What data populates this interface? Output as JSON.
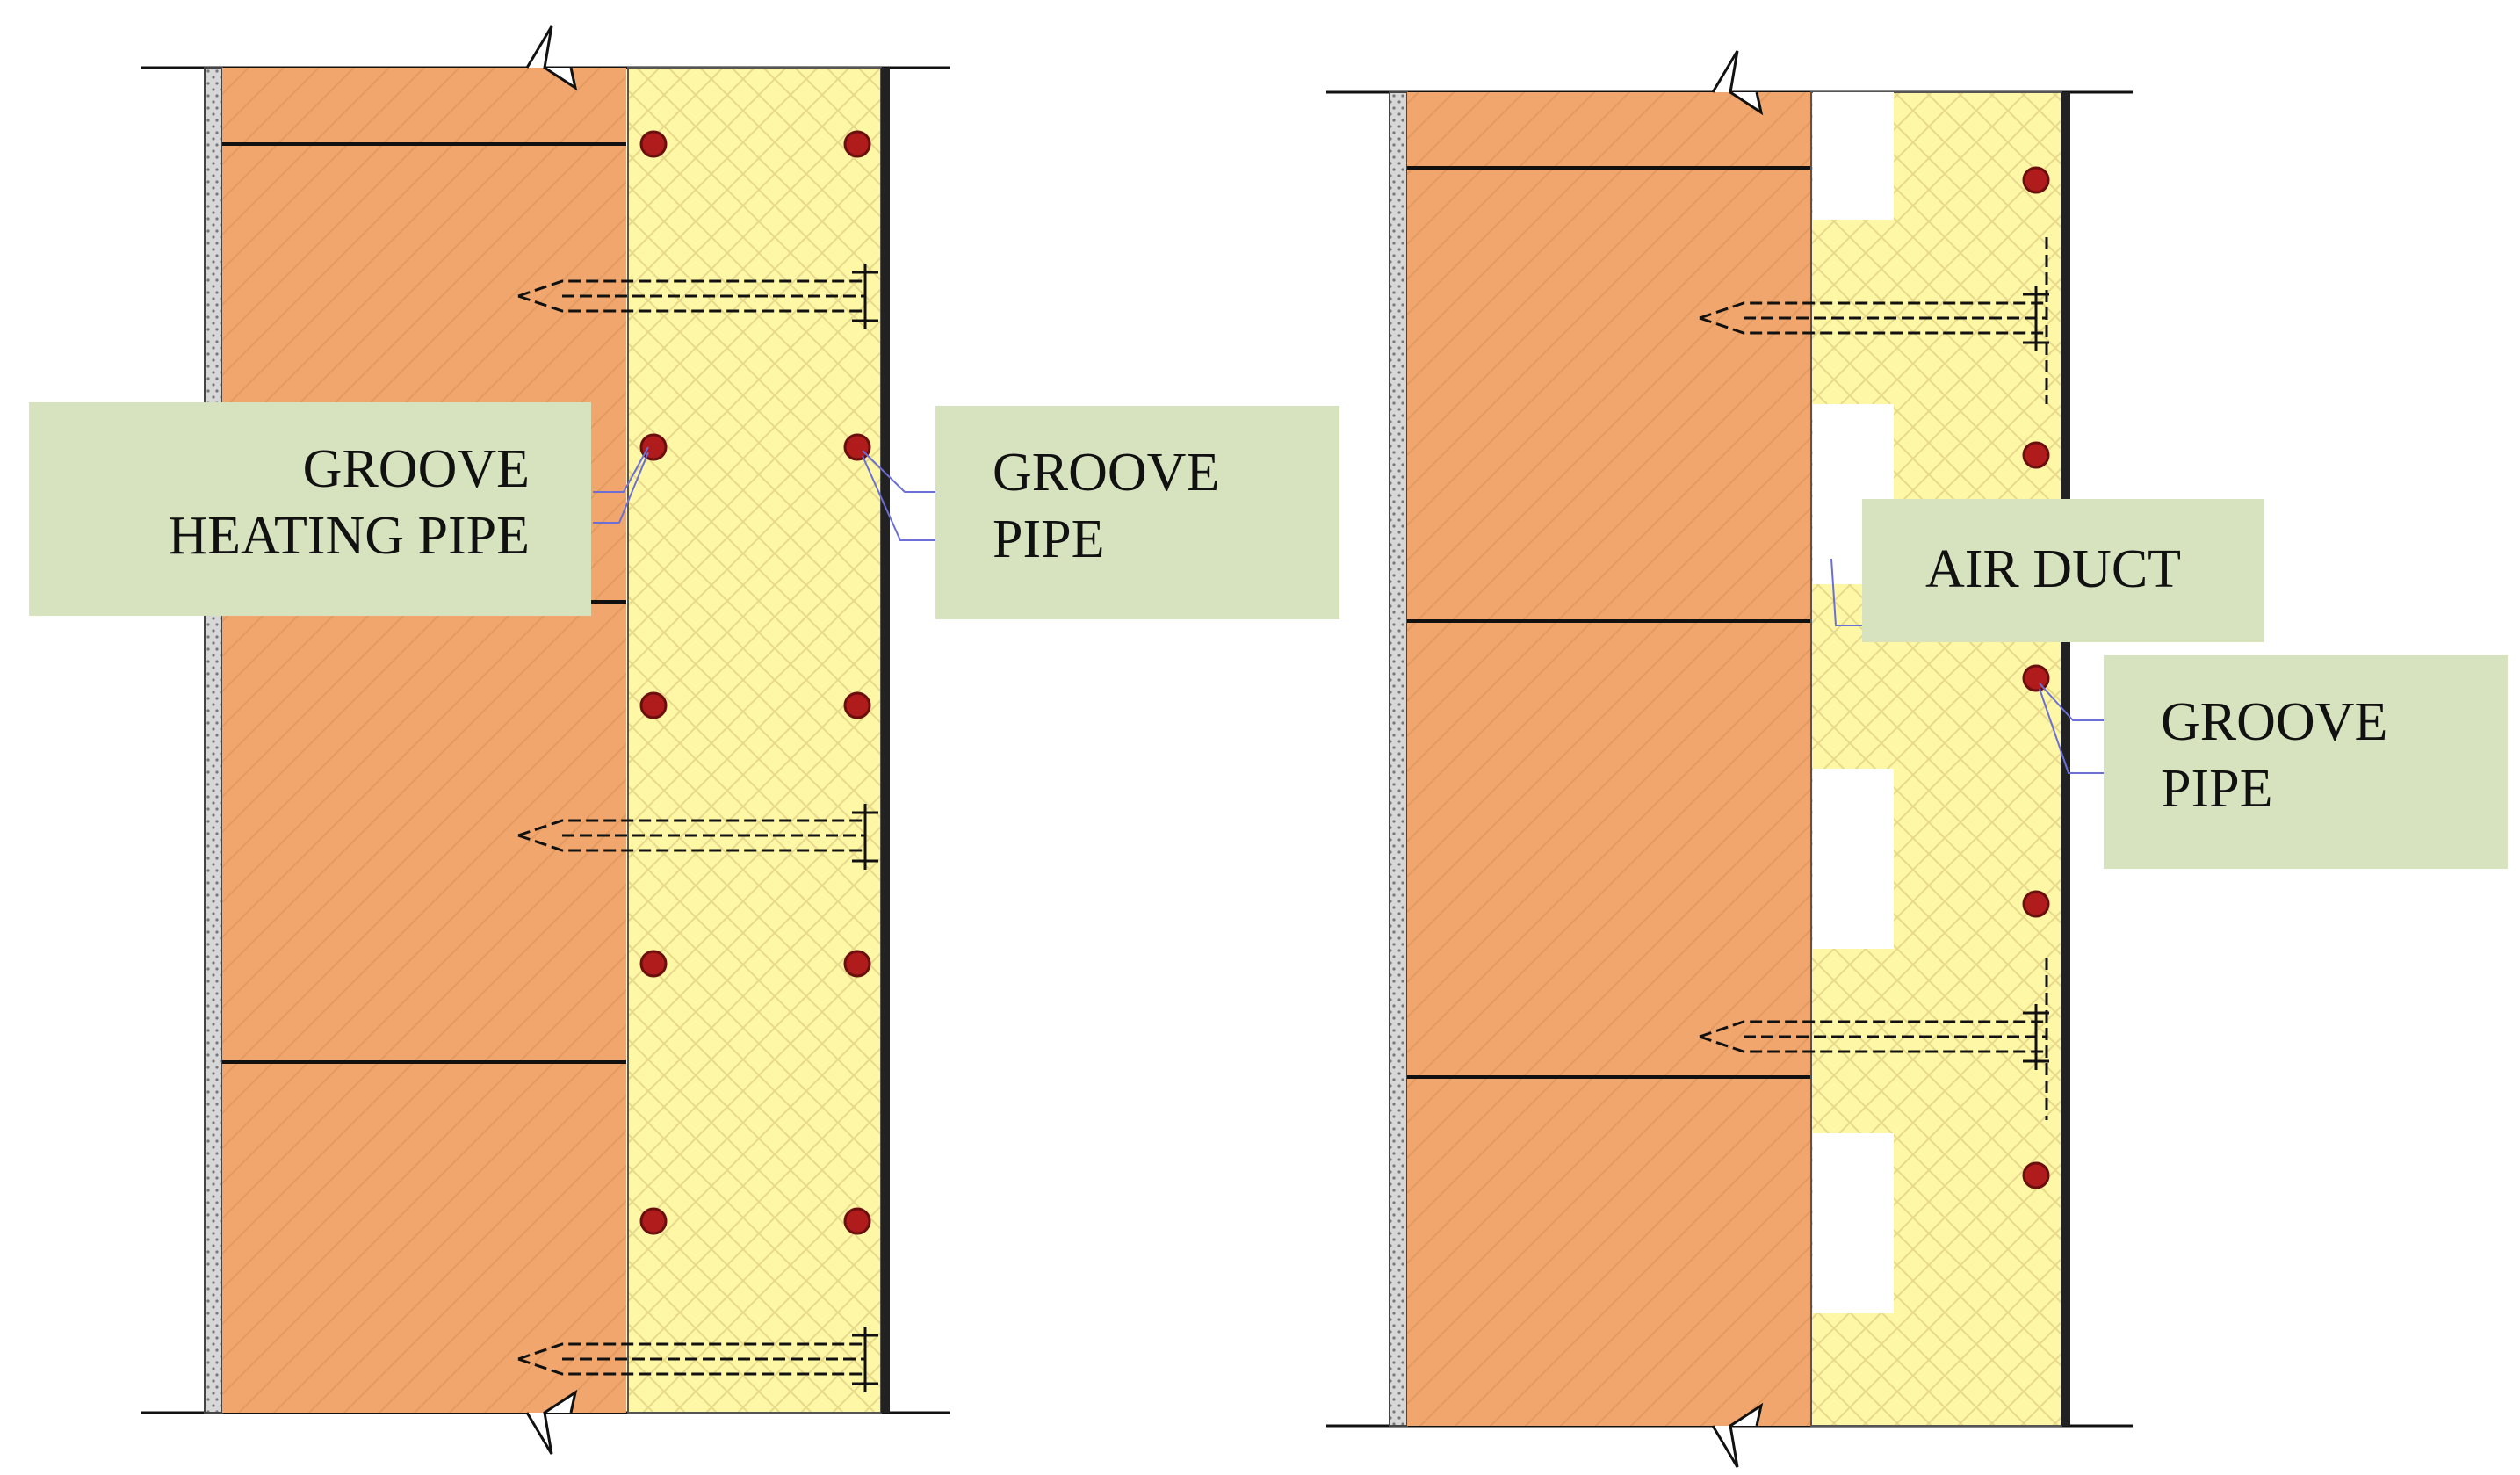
{
  "labels": {
    "heating_pipe": [
      "GROOVE",
      "HEATING PIPE"
    ],
    "groove_pipe_left": [
      "GROOVE",
      "PIPE"
    ],
    "air_duct": [
      "AIR DUCT"
    ],
    "groove_pipe_right": [
      "GROOVE",
      "PIPE"
    ]
  },
  "colors": {
    "brick": "#f0a66c",
    "insulation": "#fdf7a6",
    "plaster": "#d3d3d3",
    "label_bg": "#d7e3bf",
    "pipe": "#b01c1c",
    "line": "#111111",
    "leader": "#6b6fd6"
  }
}
